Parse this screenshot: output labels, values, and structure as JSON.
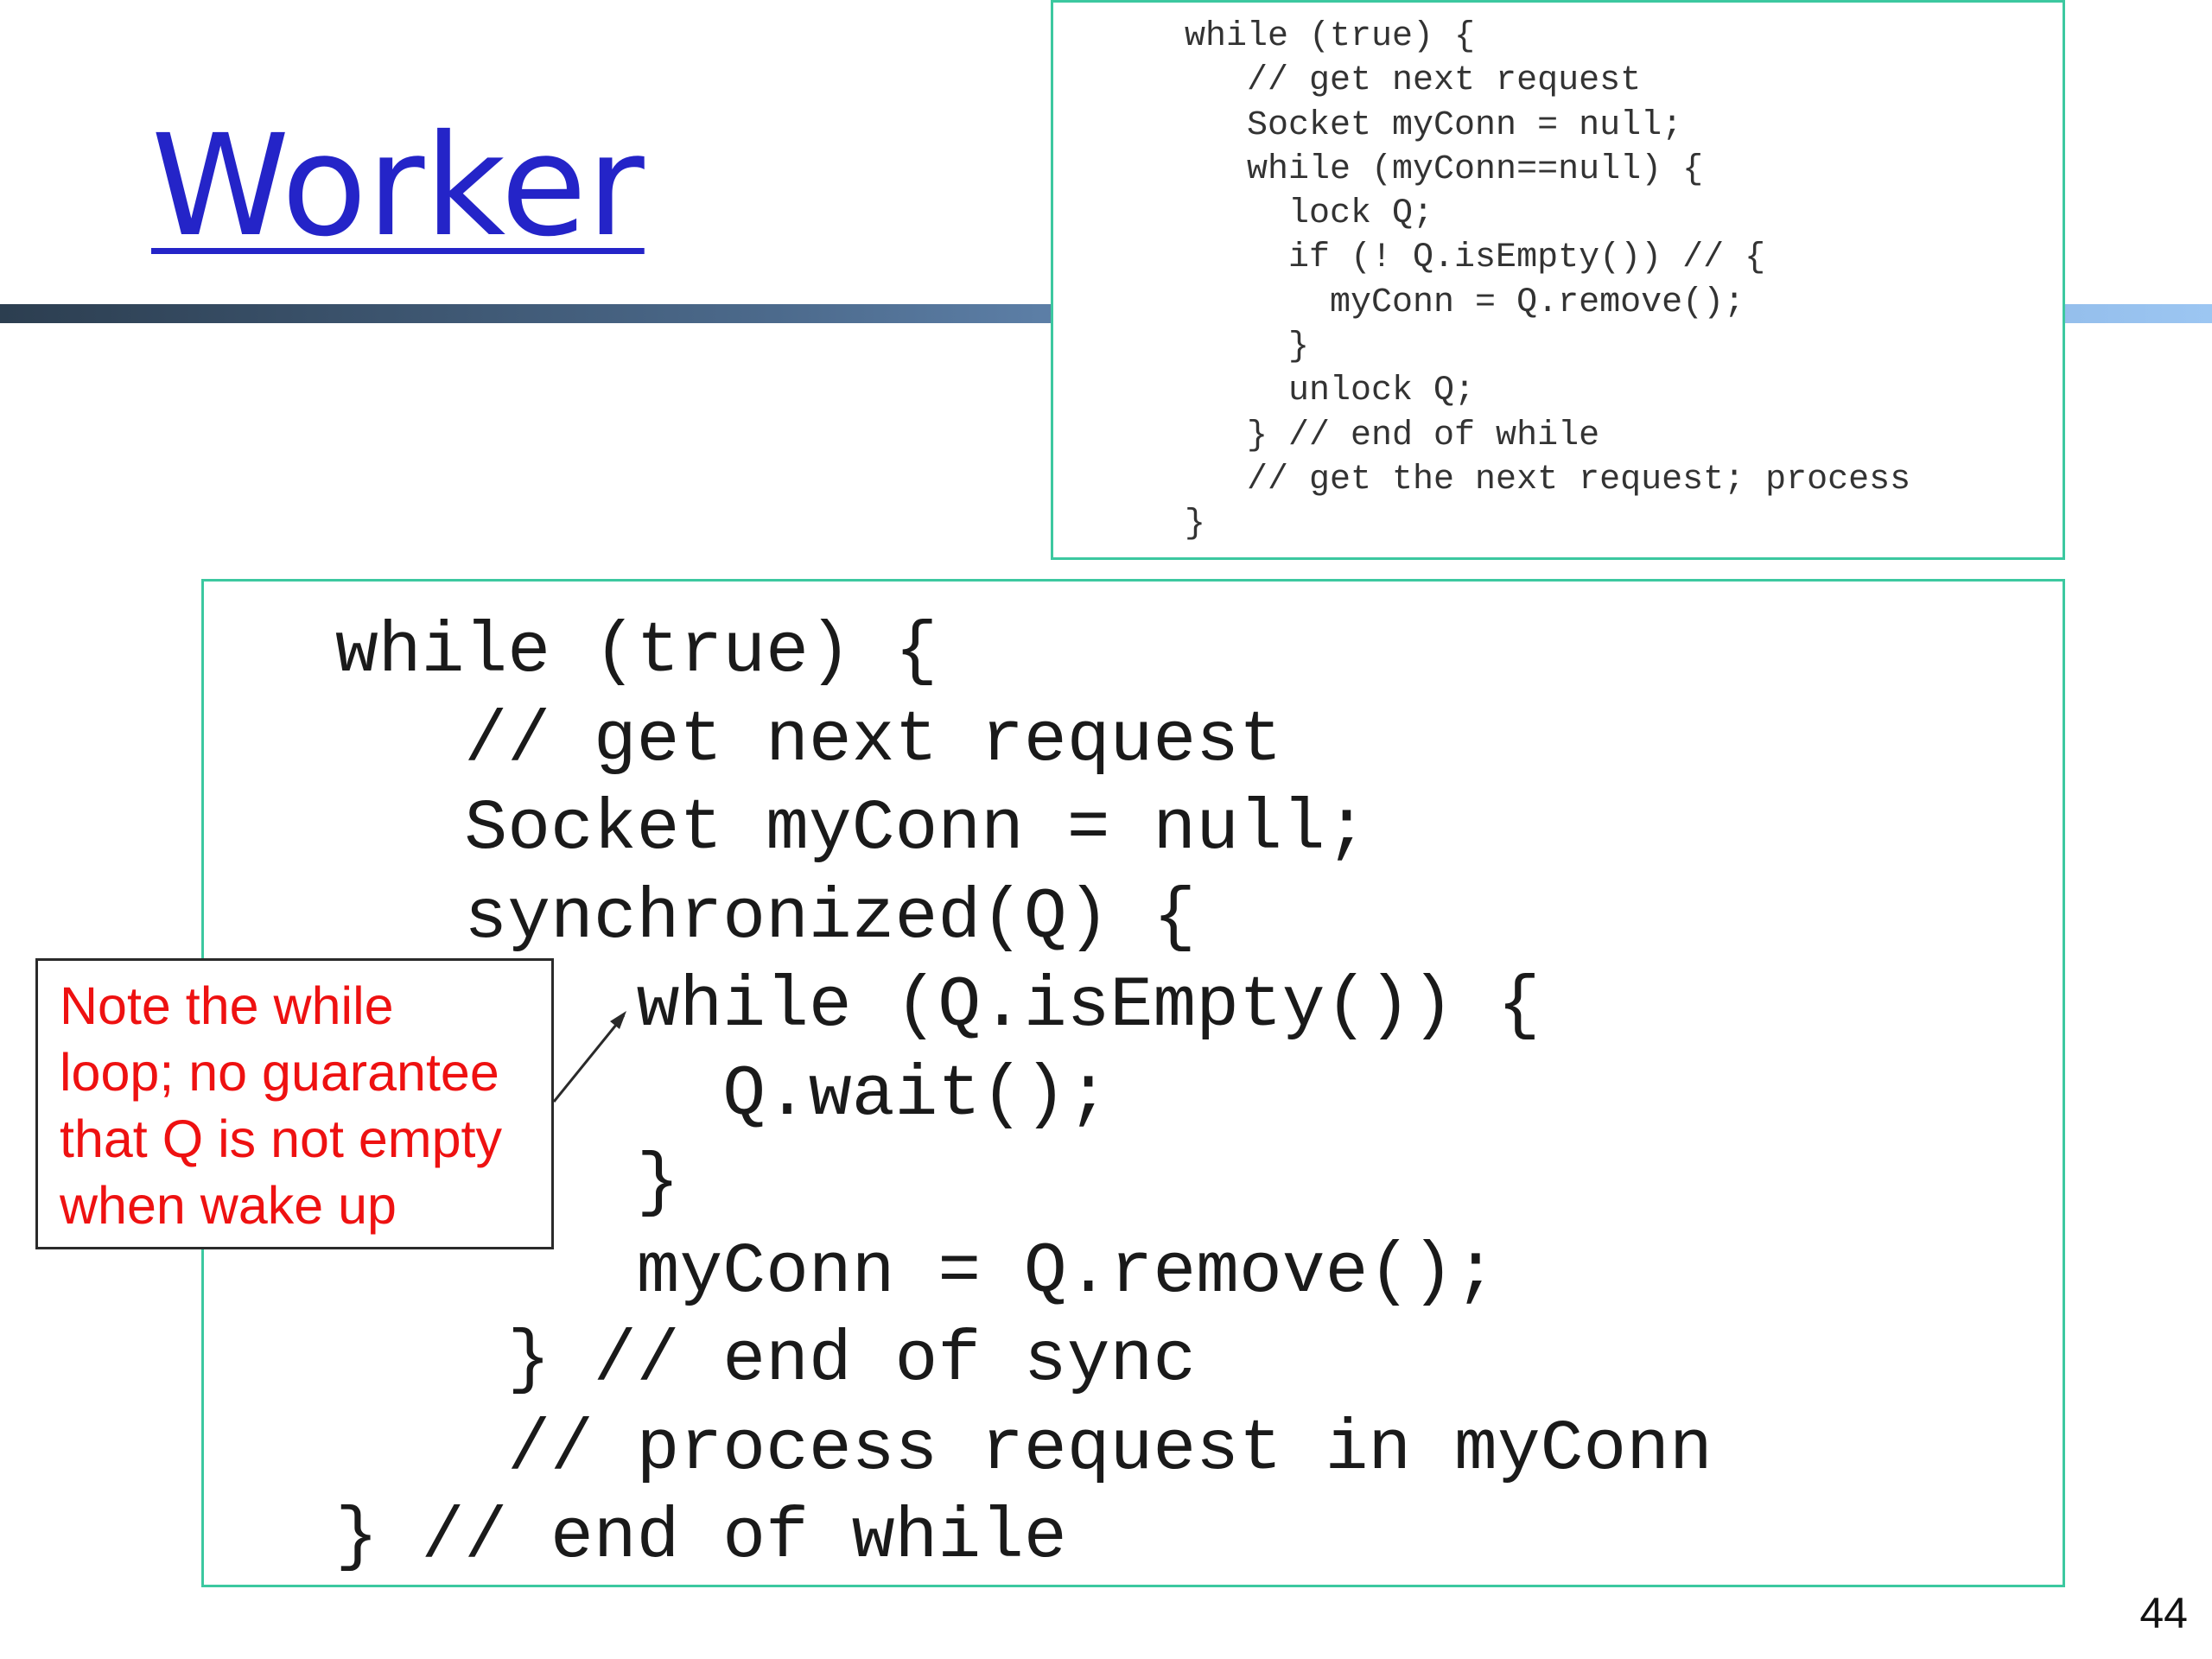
{
  "slide": {
    "title": "Worker",
    "page_number": "44"
  },
  "inset_code": {
    "lines": [
      "while (true) {",
      "   // get next request",
      "   Socket myConn = null;",
      "   while (myConn==null) {",
      "     lock Q;",
      "     if (! Q.isEmpty()) // {",
      "       myConn = Q.remove();",
      "     }",
      "     unlock Q;",
      "   } // end of while",
      "   // get the next request; process",
      "}"
    ]
  },
  "main_code": {
    "lines": [
      "while (true) {",
      "   // get next request",
      "   Socket myConn = null;",
      "   synchronized(Q) {",
      "       while (Q.isEmpty()) {",
      "         Q.wait();",
      "       }",
      "       myConn = Q.remove();",
      "    } // end of sync",
      "    // process request in myConn",
      "} // end of while"
    ]
  },
  "callout": {
    "lines": [
      "Note the while",
      "loop; no guarantee",
      "that Q is not empty",
      "when wake up"
    ],
    "text_color": "#ee1111"
  },
  "colors": {
    "title": "#2424c8",
    "box_border": "#3cc8a0"
  }
}
